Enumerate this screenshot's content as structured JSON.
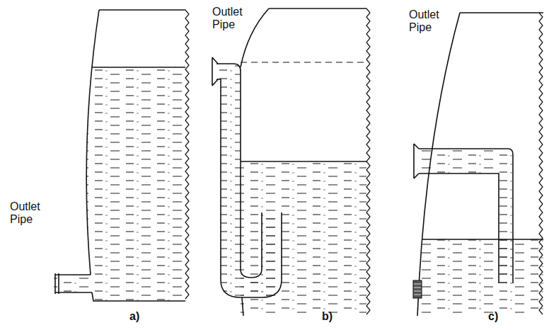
{
  "diagram": {
    "labels": [
      "Outlet Pipe",
      "Outlet Pipe",
      "Outlet Pipe",
      "a)",
      "b)",
      "c)"
    ]
  }
}
